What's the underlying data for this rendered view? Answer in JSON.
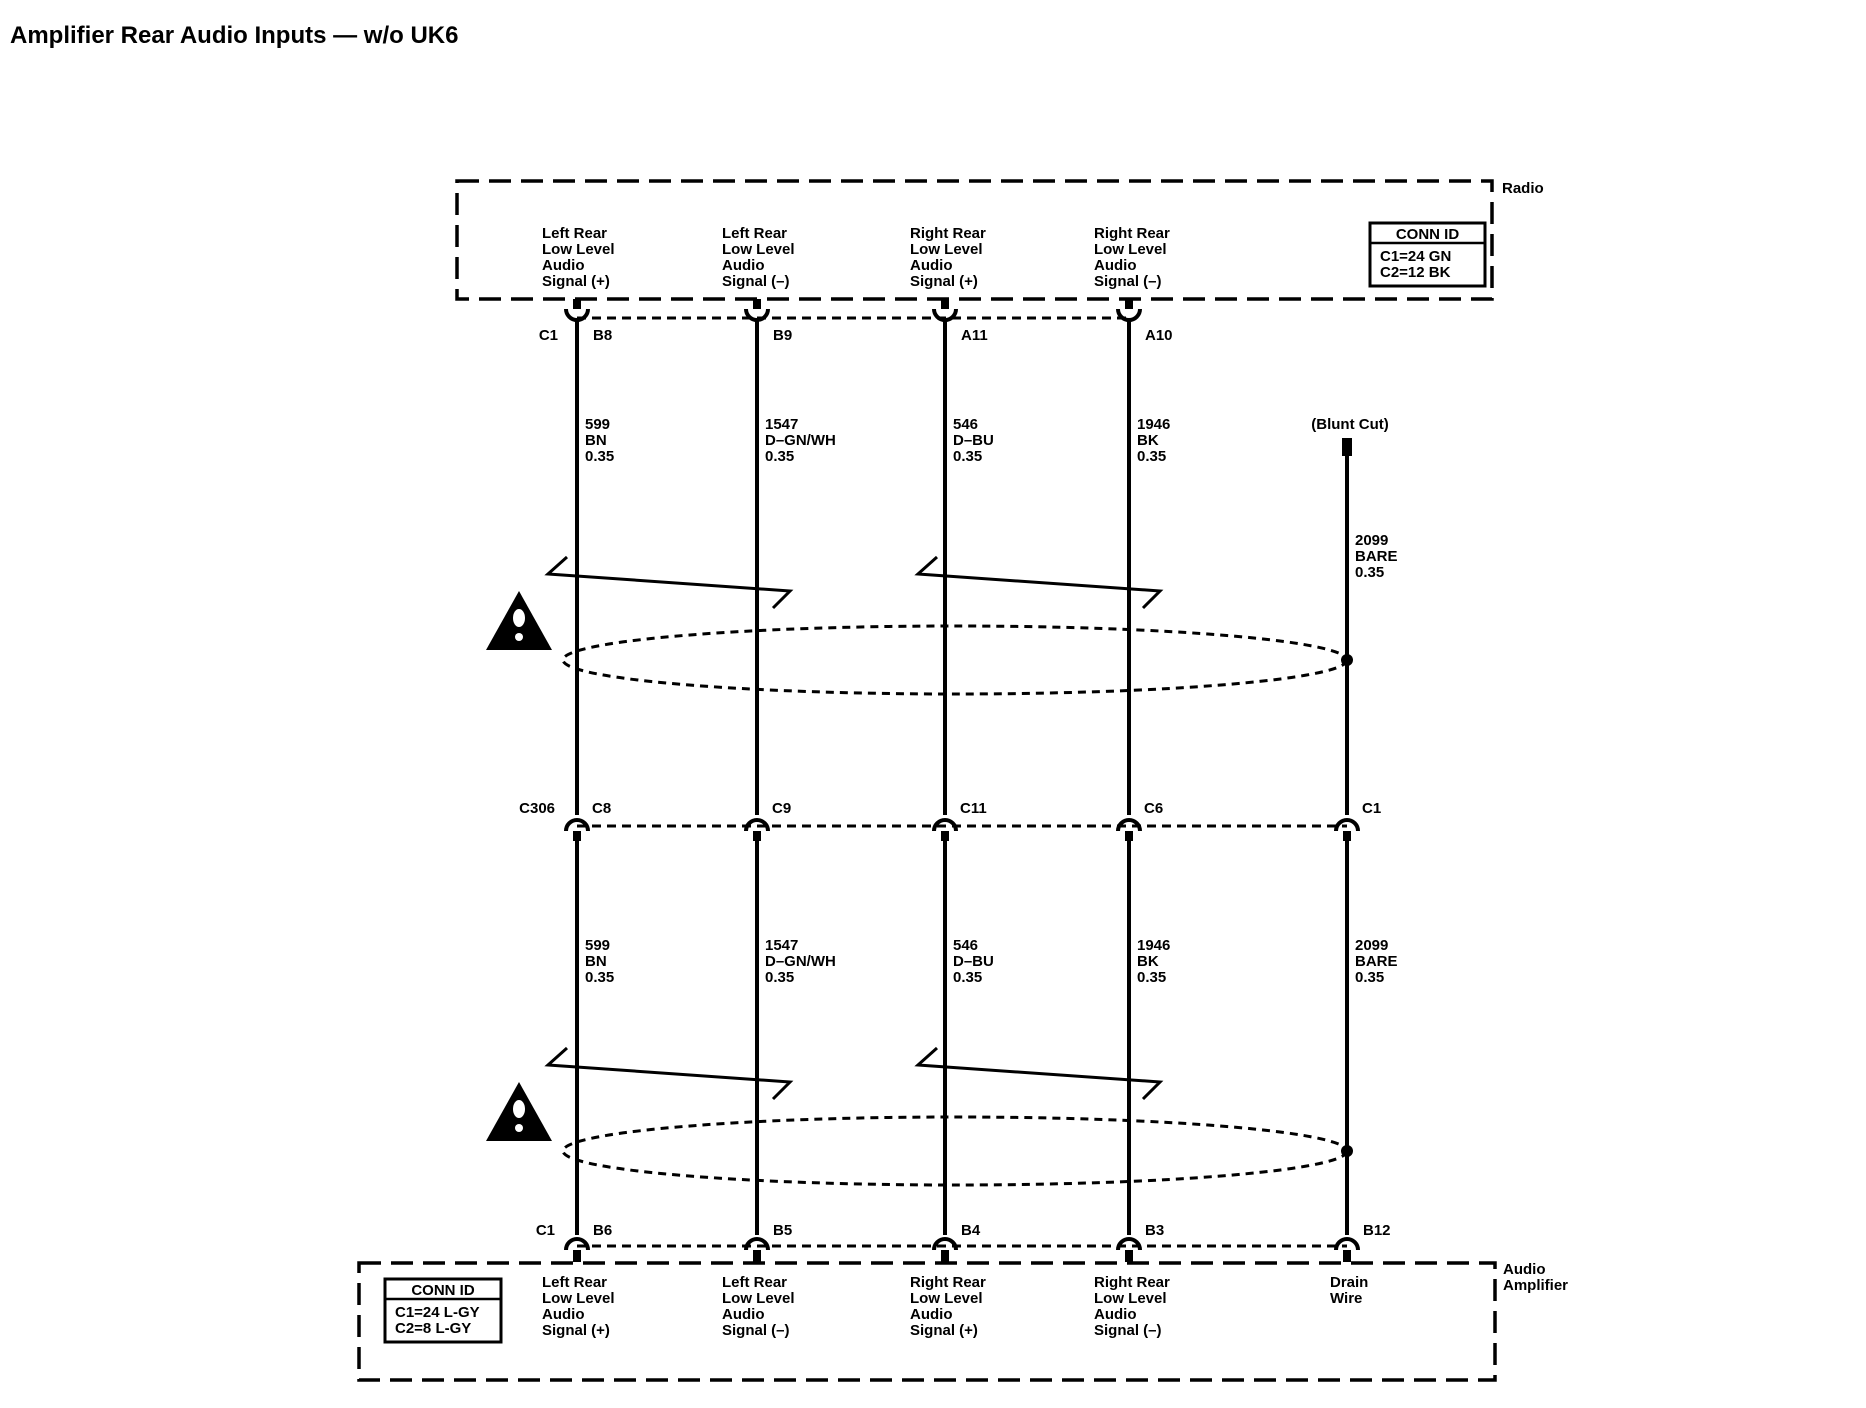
{
  "title": "Amplifier Rear Audio Inputs — w/o UK6",
  "components": {
    "radio": {
      "name": "Radio",
      "conn_id": {
        "header": "CONN ID",
        "lines": [
          "C1=24 GN",
          "C2=12 BK"
        ]
      }
    },
    "amplifier": {
      "name_lines": [
        "Audio",
        "Amplifier"
      ],
      "conn_id": {
        "header": "CONN ID",
        "lines": [
          "C1=24 L-GY",
          "C2=8 L-GY"
        ]
      }
    }
  },
  "radio_connector": "C1",
  "inline_connector": "C306",
  "amplifier_connector": "C1",
  "blunt_cut_label": "(Blunt Cut)",
  "circuits": [
    {
      "radio_pin": "B8",
      "inline_pin": "C8",
      "amp_pin": "B6",
      "radio_label": [
        "Left Rear",
        "Low Level",
        "Audio",
        "Signal (+)"
      ],
      "amp_label": [
        "Left Rear",
        "Low Level",
        "Audio",
        "Signal (+)"
      ],
      "wire": [
        "599",
        "BN",
        "0.35"
      ]
    },
    {
      "radio_pin": "B9",
      "inline_pin": "C9",
      "amp_pin": "B5",
      "radio_label": [
        "Left Rear",
        "Low Level",
        "Audio",
        "Signal (–)"
      ],
      "amp_label": [
        "Left Rear",
        "Low Level",
        "Audio",
        "Signal (–)"
      ],
      "wire": [
        "1547",
        "D–GN/WH",
        "0.35"
      ]
    },
    {
      "radio_pin": "A11",
      "inline_pin": "C11",
      "amp_pin": "B4",
      "radio_label": [
        "Right Rear",
        "Low Level",
        "Audio",
        "Signal (+)"
      ],
      "amp_label": [
        "Right Rear",
        "Low Level",
        "Audio",
        "Signal (+)"
      ],
      "wire": [
        "546",
        "D–BU",
        "0.35"
      ]
    },
    {
      "radio_pin": "A10",
      "inline_pin": "C6",
      "amp_pin": "B3",
      "radio_label": [
        "Right Rear",
        "Low Level",
        "Audio",
        "Signal (–)"
      ],
      "amp_label": [
        "Right Rear",
        "Low Level",
        "Audio",
        "Signal (–)"
      ],
      "wire": [
        "1946",
        "BK",
        "0.35"
      ]
    },
    {
      "radio_pin": null,
      "inline_pin": "C1",
      "amp_pin": "B12",
      "radio_label": null,
      "amp_label": [
        "Drain",
        "Wire"
      ],
      "wire": [
        "2099",
        "BARE",
        "0.35"
      ],
      "drain": true
    }
  ]
}
